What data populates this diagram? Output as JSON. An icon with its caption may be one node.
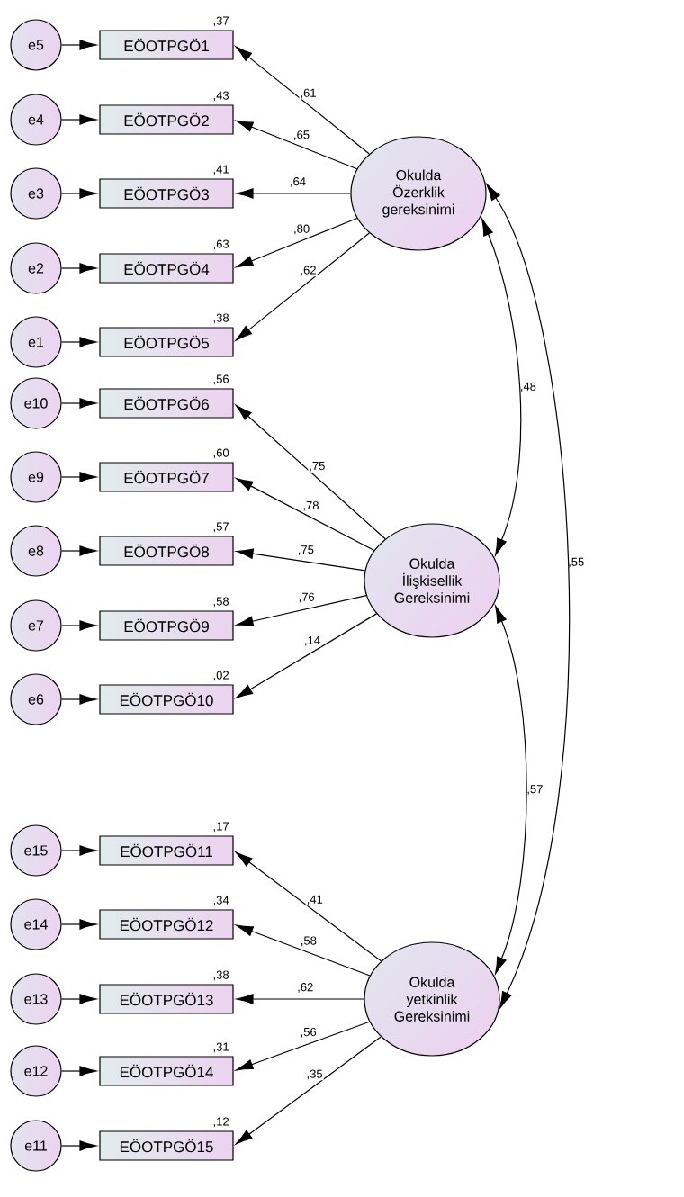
{
  "diagram": {
    "nodes": [
      {
        "text": [
          "Okulda Özerklik gereksinimi"
        ]
      },
      {
        "text": [
          "e5"
        ]
      },
      {
        "text": [
          "EÖOTPGÖ1"
        ],
        "beside": [
          ",37"
        ]
      },
      {
        "text": [
          "e4"
        ]
      },
      {
        "text": [
          "EÖOTPGÖ2"
        ],
        "beside": [
          ",43"
        ]
      },
      {
        "text": [
          "e3"
        ]
      },
      {
        "text": [
          "EÖOTPGÖ3"
        ],
        "beside": [
          ",41"
        ]
      },
      {
        "text": [
          "e2"
        ]
      },
      {
        "text": [
          "EÖOTPGÖ4"
        ],
        "beside": [
          ",63"
        ]
      },
      {
        "text": [
          "e1"
        ]
      },
      {
        "text": [
          "EÖOTPGÖ5"
        ],
        "beside": [
          ",38"
        ]
      },
      {
        "text": [
          "Okulda İlişkisellik Gereksinimi"
        ]
      },
      {
        "text": [
          "e10"
        ]
      },
      {
        "text": [
          "EÖOTPGÖ6"
        ],
        "beside": [
          ",56"
        ]
      },
      {
        "text": [
          "e9"
        ]
      },
      {
        "text": [
          "EÖOTPGÖ7"
        ],
        "beside": [
          ",60"
        ]
      },
      {
        "text": [
          "e8"
        ]
      },
      {
        "text": [
          "EÖOTPGÖ8"
        ],
        "beside": [
          ",57"
        ]
      },
      {
        "text": [
          "e7"
        ]
      },
      {
        "text": [
          "EÖOTPGÖ9"
        ],
        "beside": [
          ",58"
        ]
      },
      {
        "text": [
          "e6"
        ]
      },
      {
        "text": [
          "EÖOTPGÖ10"
        ],
        "beside": [
          ",02"
        ]
      },
      {
        "text": [
          "Okulda yetkinlik Gereksinimi"
        ]
      },
      {
        "text": [
          "e15"
        ]
      },
      {
        "text": [
          "EÖOTPGÖ11"
        ],
        "beside": [
          ",17"
        ]
      },
      {
        "text": [
          "e14"
        ]
      },
      {
        "text": [
          "EÖOTPGÖ12"
        ],
        "beside": [
          ",34"
        ]
      },
      {
        "text": [
          "e13"
        ]
      },
      {
        "text": [
          "EÖOTPGÖ13"
        ],
        "beside": [
          ",38"
        ]
      },
      {
        "text": [
          "e12"
        ]
      },
      {
        "text": [
          "EÖOTPGÖ14"
        ],
        "beside": [
          ",31"
        ]
      },
      {
        "text": [
          "e11"
        ]
      },
      {
        "text": [
          "EÖOTPGÖ15"
        ],
        "beside": [
          ",12"
        ]
      }
    ],
    "edges": [
      {
        "from": 1,
        "to": 2,
        "arrow": "to"
      },
      {
        "from": 3,
        "to": 4,
        "arrow": "to"
      },
      {
        "from": 5,
        "to": 6,
        "arrow": "to"
      },
      {
        "from": 7,
        "to": 8,
        "arrow": "to"
      },
      {
        "from": 9,
        "to": 10,
        "arrow": "to"
      },
      {
        "from": 0,
        "to": 2,
        "arrow": "to",
        "label": ",61"
      },
      {
        "from": 0,
        "to": 4,
        "arrow": "to",
        "label": ",65"
      },
      {
        "from": 0,
        "to": 6,
        "arrow": "to",
        "label": ",64"
      },
      {
        "from": 0,
        "to": 8,
        "arrow": "to",
        "label": ",80"
      },
      {
        "from": 0,
        "to": 10,
        "arrow": "to",
        "label": ",62"
      },
      {
        "from": 12,
        "to": 13,
        "arrow": "to"
      },
      {
        "from": 14,
        "to": 15,
        "arrow": "to"
      },
      {
        "from": 16,
        "to": 17,
        "arrow": "to"
      },
      {
        "from": 18,
        "to": 19,
        "arrow": "to"
      },
      {
        "from": 20,
        "to": 21,
        "arrow": "to"
      },
      {
        "from": 11,
        "to": 13,
        "arrow": "to",
        "label": ",75"
      },
      {
        "from": 11,
        "to": 15,
        "arrow": "to",
        "label": ",78"
      },
      {
        "from": 11,
        "to": 17,
        "arrow": "to",
        "label": ",75"
      },
      {
        "from": 11,
        "to": 19,
        "arrow": "to",
        "label": ",76"
      },
      {
        "from": 11,
        "to": 21,
        "arrow": "to",
        "label": ",14"
      },
      {
        "from": 23,
        "to": 24,
        "arrow": "to"
      },
      {
        "from": 25,
        "to": 26,
        "arrow": "to"
      },
      {
        "from": 27,
        "to": 28,
        "arrow": "to"
      },
      {
        "from": 29,
        "to": 30,
        "arrow": "to"
      },
      {
        "from": 31,
        "to": 32,
        "arrow": "to"
      },
      {
        "from": 22,
        "to": 24,
        "arrow": "to",
        "label": ",41"
      },
      {
        "from": 22,
        "to": 26,
        "arrow": "to",
        "label": ",58"
      },
      {
        "from": 22,
        "to": 28,
        "arrow": "to",
        "label": ",62"
      },
      {
        "from": 22,
        "to": 30,
        "arrow": "to",
        "label": ",56"
      },
      {
        "from": 22,
        "to": 32,
        "arrow": "to",
        "label": ",35"
      },
      {
        "from": 0,
        "to": 11,
        "arrow": "both",
        "label": ",48"
      },
      {
        "from": 11,
        "to": 22,
        "arrow": "both",
        "label": ",57"
      },
      {
        "from": 0,
        "to": 22,
        "arrow": "both",
        "label": ",55"
      }
    ]
  }
}
